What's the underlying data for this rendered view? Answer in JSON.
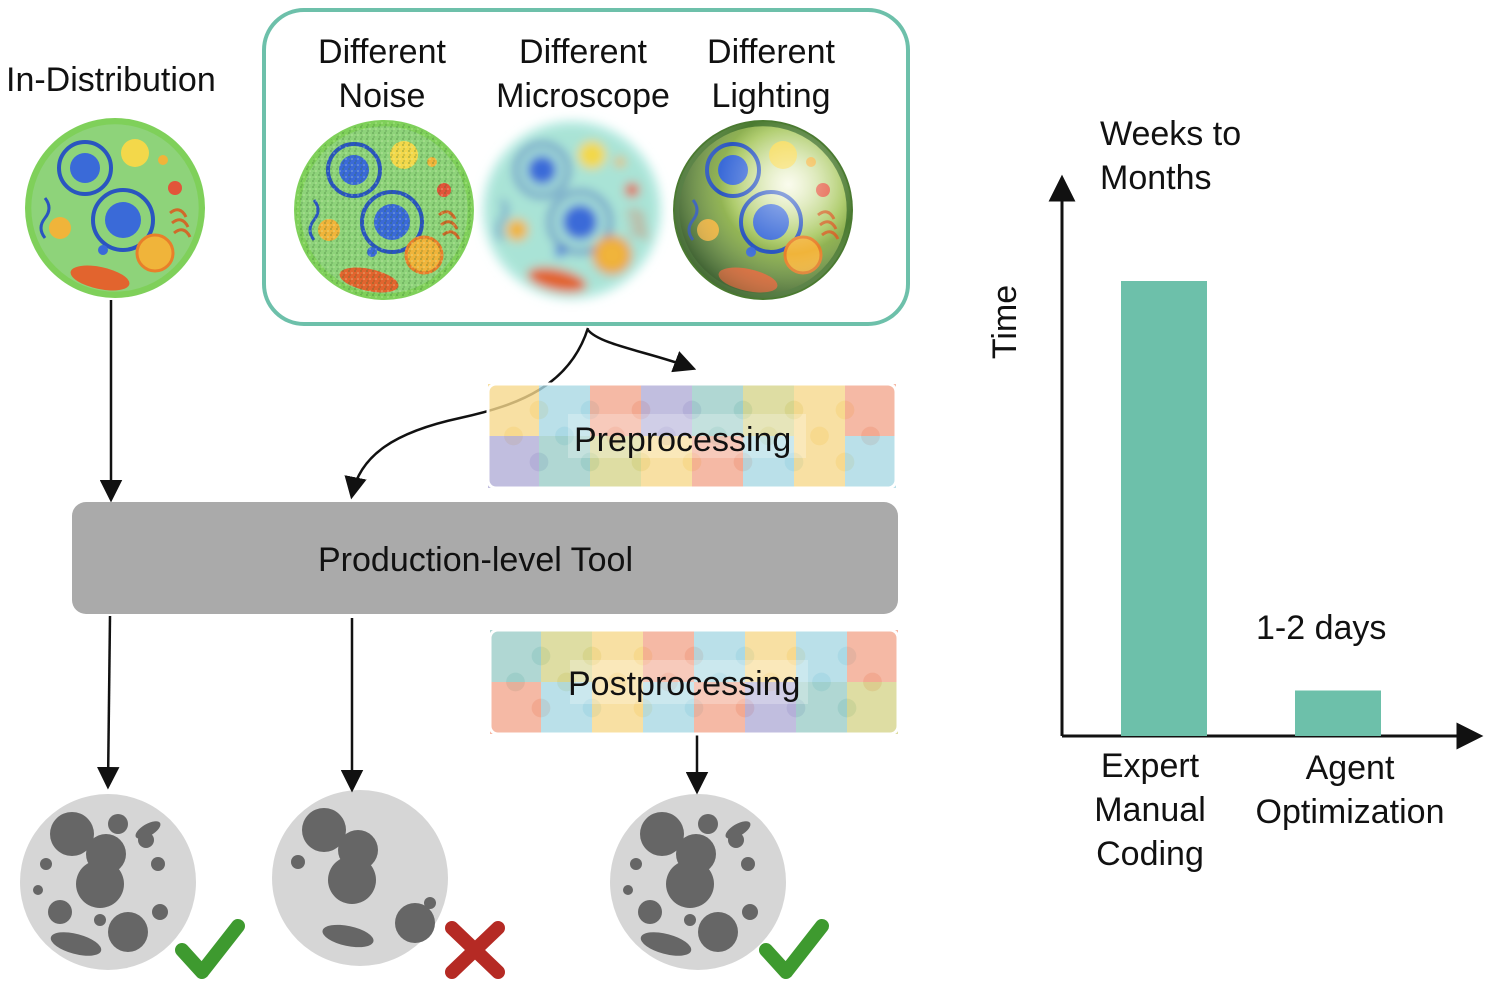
{
  "labels": {
    "in_distribution": "In-Distribution",
    "noise_line1": "Different",
    "noise_line2": "Noise",
    "microscope_line1": "Different",
    "microscope_line2": "Microscope",
    "lighting_line1": "Different",
    "lighting_line2": "Lighting",
    "preprocessing": "Preprocessing",
    "production_tool": "Production-level Tool",
    "postprocessing": "Postprocessing"
  },
  "icons": {
    "snowflake": "snowflake-icon",
    "check": "check-icon",
    "cross": "cross-icon"
  },
  "colors": {
    "teal": "#6dc0aa",
    "tool_gray": "#aaaaaa",
    "check_green": "#3e9a2f",
    "cross_red": "#b52a24",
    "snowflake_blue": "#5bb8ef",
    "cell_gray": "#d6d6d6",
    "organelle_gray": "#666666"
  },
  "chart_data": {
    "type": "bar",
    "categories": [
      "Expert Manual Coding",
      "Agent Optimization"
    ],
    "category_label_lines": [
      [
        "Expert",
        "Manual",
        "Coding"
      ],
      [
        "Agent",
        "Optimization"
      ]
    ],
    "values": [
      20,
      2
    ],
    "value_labels": [
      "Weeks to Months",
      "1-2 days"
    ],
    "value_label_lines": [
      [
        "Weeks to",
        "Months"
      ],
      [
        "1-2 days"
      ]
    ],
    "ylabel": "Time",
    "xlabel": "",
    "ylim": [
      0,
      24
    ],
    "color": "#6dc0aa",
    "grid": false,
    "y_ticks": false
  }
}
